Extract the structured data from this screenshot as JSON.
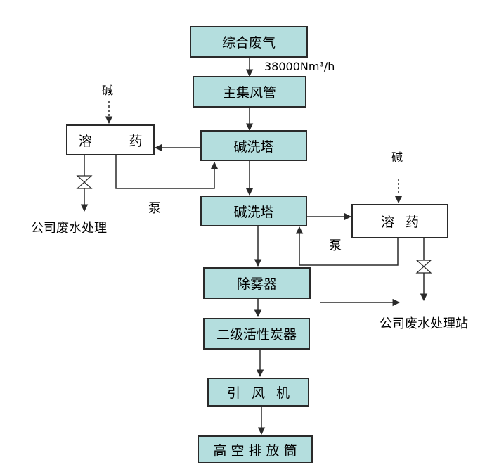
{
  "nodes": {
    "mixed_waste_gas": "综合废气",
    "main_duct": "主集风管",
    "alkali_tower_1": "碱洗塔",
    "alkali_tower_2": "碱洗塔",
    "reagent_tank_1": "溶　　药",
    "reagent_tank_2": "溶 药",
    "demister": "除雾器",
    "activated_carbon": "二级活性炭器",
    "fan": "引 风 机",
    "stack": "高 空 排 放 筒"
  },
  "labels": {
    "flow_rate": "38000Nm³/h",
    "alkali_1": "碱",
    "alkali_2": "碱",
    "pump_1": "泵",
    "pump_2": "泵",
    "wastewater_1": "公司废水处理",
    "wastewater_2": "公司废水处理站"
  },
  "colors": {
    "box_fill": "#b4dede",
    "line": "#2a2a2a"
  }
}
